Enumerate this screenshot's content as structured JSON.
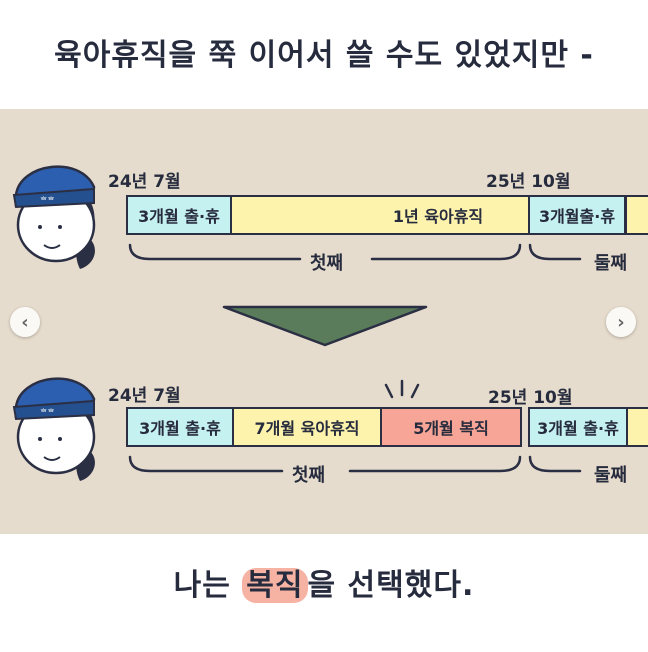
{
  "title": "육아휴직을 쭉 이어서 쓸 수도 있었지만 -",
  "top_timeline": {
    "start_label": "24년 7월",
    "end_label": "25년 10월",
    "segments": [
      {
        "label": "3개월 출·휴",
        "color": "#c6f1f1"
      },
      {
        "label": "1년 육아휴직",
        "color": "#fdf3ad"
      }
    ],
    "next_segment": "3개월출·휴",
    "brace_label": "첫째",
    "next_brace_label": "둘째"
  },
  "bottom_timeline": {
    "start_label": "24년 7월",
    "end_label": "25년 10월",
    "segments": [
      {
        "label": "3개월 출·휴",
        "color": "#c6f1f1"
      },
      {
        "label": "7개월 육아휴직",
        "color": "#fdf3ad"
      },
      {
        "label": "5개월 복직",
        "color": "#f7a596"
      }
    ],
    "next_segment": "3개월 출·휴",
    "brace_label": "첫째",
    "next_brace_label": "둘째"
  },
  "caption": {
    "prefix": "나는 ",
    "highlight": "복직",
    "suffix": "을 선택했다."
  },
  "nav": {
    "prev_icon": "chevron-left-icon",
    "next_icon": "chevron-right-icon"
  },
  "colors": {
    "panel_bg": "#e6dccd",
    "arrow": "#5a7c5a",
    "headband": "#2c5fb0"
  }
}
